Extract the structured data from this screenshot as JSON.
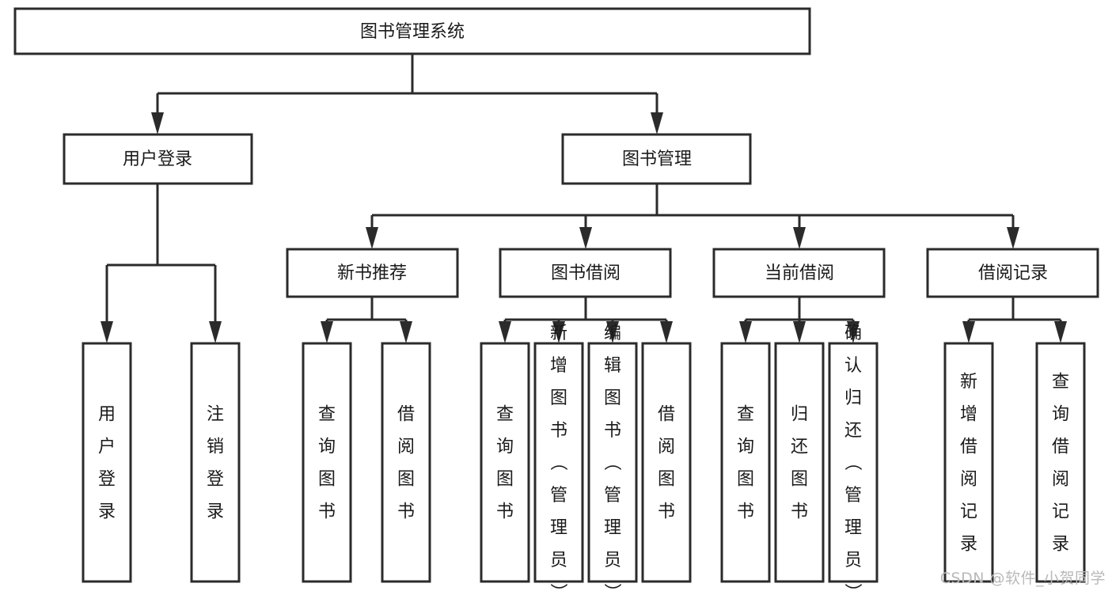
{
  "diagram": {
    "type": "tree",
    "title": "图书管理系统",
    "watermark": "CSDN @软件_小贺同学",
    "colors": {
      "box_stroke": "#2b2b2b",
      "box_fill": "#ffffff",
      "text": "#1a1a1a",
      "background": "#ffffff",
      "watermark": "#b9b9b9"
    },
    "root": {
      "label": "图书管理系统"
    },
    "level2": [
      {
        "label": "用户登录"
      },
      {
        "label": "图书管理"
      }
    ],
    "level3": [
      {
        "label": "新书推荐"
      },
      {
        "label": "图书借阅"
      },
      {
        "label": "当前借阅"
      },
      {
        "label": "借阅记录"
      }
    ],
    "leaves": {
      "user_login": [
        {
          "label": "用户登录"
        },
        {
          "label": "注销登录"
        }
      ],
      "new_book_recommend": [
        {
          "label": "查询图书"
        },
        {
          "label": "借阅图书"
        }
      ],
      "book_borrow": [
        {
          "label": "查询图书"
        },
        {
          "label": "新增图书（管理员）"
        },
        {
          "label": "编辑图书（管理员）"
        },
        {
          "label": "借阅图书"
        }
      ],
      "current_borrow": [
        {
          "label": "查询图书"
        },
        {
          "label": "归还图书"
        },
        {
          "label": "确认归还（管理员）"
        }
      ],
      "borrow_records": [
        {
          "label": "新增借阅记录"
        },
        {
          "label": "查询借阅记录"
        }
      ]
    }
  }
}
